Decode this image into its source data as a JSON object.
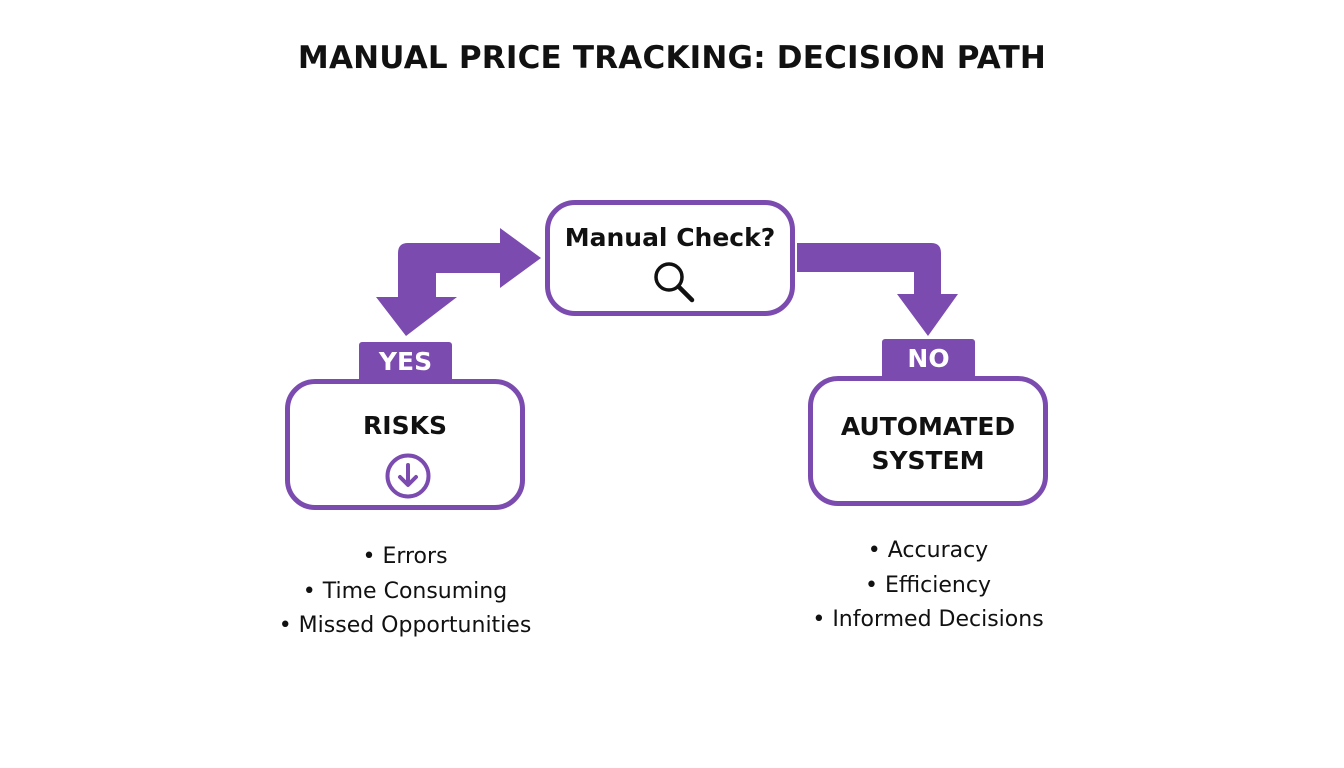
{
  "title": "MANUAL PRICE TRACKING: DECISION PATH",
  "decision": {
    "label": "Manual Check?",
    "icon": "search-icon"
  },
  "yes_branch": {
    "tag": "YES",
    "box_label": "RISKS",
    "icon": "arrow-down-circle-icon",
    "bullets": [
      "Errors",
      "Time Consuming",
      "Missed Opportunities"
    ]
  },
  "no_branch": {
    "tag": "NO",
    "box_label_line1": "AUTOMATED",
    "box_label_line2": "SYSTEM",
    "bullets": [
      "Accuracy",
      "Efficiency",
      "Informed Decisions"
    ]
  },
  "colors": {
    "accent": "#7b4bb0",
    "text": "#111111",
    "background": "#ffffff"
  }
}
